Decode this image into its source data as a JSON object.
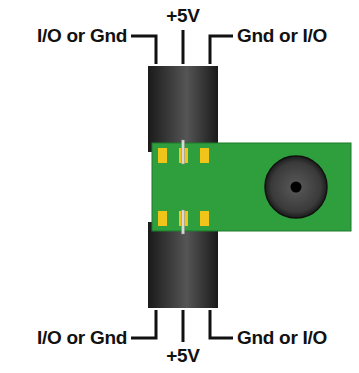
{
  "diagram": {
    "labels": [
      "+5V",
      "I/O or Gnd",
      "Gnd or I/O",
      "I/O or Gnd",
      "Gnd or I/O",
      "+5V"
    ]
  }
}
